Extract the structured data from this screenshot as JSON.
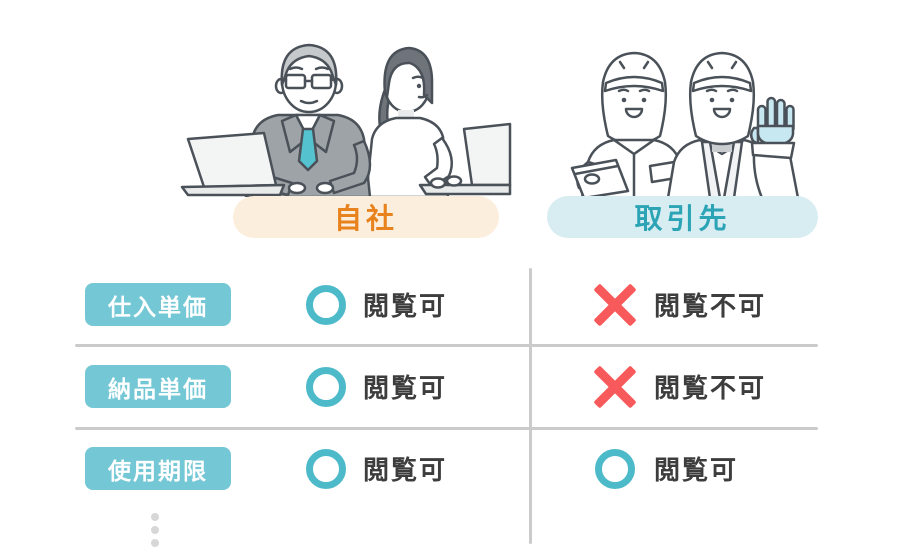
{
  "page": {
    "background": "#FFFFFF"
  },
  "header": {
    "own": {
      "label": "自社",
      "pill_bg": "#FCEEDC",
      "pill_text_color": "#E8821C",
      "illustration": "office-man-and-woman-working-on-laptops"
    },
    "partner": {
      "label": "取引先",
      "pill_bg": "#D8EDF2",
      "pill_text_color": "#2CA4B5",
      "illustration": "two-factory-workers-in-white-caps-one-holding-clipboard-one-waving-blue-glove"
    }
  },
  "table": {
    "row_label_bg": "#74C7D4",
    "row_label_text_color": "#FFFFFF",
    "cell_text_color": "#3D3D3D",
    "divider_color": "#CBCBCB",
    "icon_colors": {
      "circle": "#4DBACA",
      "cross": "#F8595B"
    },
    "rows": [
      {
        "label": "仕入単価",
        "own": {
          "icon": "circle-icon",
          "text": "閲覧可"
        },
        "partner": {
          "icon": "cross-icon",
          "text": "閲覧不可"
        }
      },
      {
        "label": "納品単価",
        "own": {
          "icon": "circle-icon",
          "text": "閲覧可"
        },
        "partner": {
          "icon": "cross-icon",
          "text": "閲覧不可"
        }
      },
      {
        "label": "使用期限",
        "own": {
          "icon": "circle-icon",
          "text": "閲覧可"
        },
        "partner": {
          "icon": "circle-icon",
          "text": "閲覧可"
        }
      }
    ],
    "more_rows_indicator": {
      "type": "vertical-ellipsis",
      "dot_count": 3,
      "color": "#D7D7D7"
    }
  }
}
